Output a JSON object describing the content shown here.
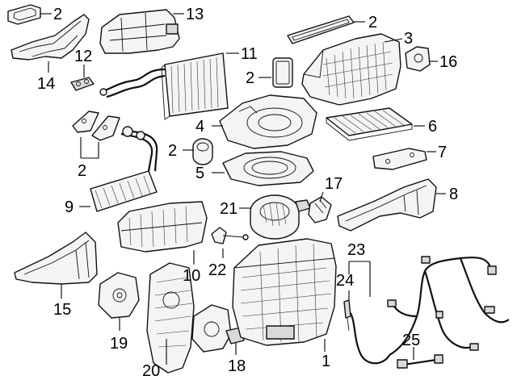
{
  "callouts": [
    {
      "id": "c2a",
      "text": "2"
    },
    {
      "id": "c13",
      "text": "13"
    },
    {
      "id": "c2b",
      "text": "2"
    },
    {
      "id": "c3",
      "text": "3"
    },
    {
      "id": "c12",
      "text": "12"
    },
    {
      "id": "c11",
      "text": "11"
    },
    {
      "id": "c2c",
      "text": "2"
    },
    {
      "id": "c16",
      "text": "16"
    },
    {
      "id": "c14",
      "text": "14"
    },
    {
      "id": "c4",
      "text": "4"
    },
    {
      "id": "c6",
      "text": "6"
    },
    {
      "id": "c2d",
      "text": "2"
    },
    {
      "id": "c2e",
      "text": "2"
    },
    {
      "id": "c7",
      "text": "7"
    },
    {
      "id": "c5",
      "text": "5"
    },
    {
      "id": "c17",
      "text": "17"
    },
    {
      "id": "c9",
      "text": "9"
    },
    {
      "id": "c21",
      "text": "21"
    },
    {
      "id": "c8",
      "text": "8"
    },
    {
      "id": "c23",
      "text": "23"
    },
    {
      "id": "c22",
      "text": "22"
    },
    {
      "id": "c10",
      "text": "10"
    },
    {
      "id": "c24",
      "text": "24"
    },
    {
      "id": "c15",
      "text": "15"
    },
    {
      "id": "c19",
      "text": "19"
    },
    {
      "id": "c25",
      "text": "25"
    },
    {
      "id": "c1",
      "text": "1"
    },
    {
      "id": "c20",
      "text": "20"
    },
    {
      "id": "c18",
      "text": "18"
    }
  ]
}
